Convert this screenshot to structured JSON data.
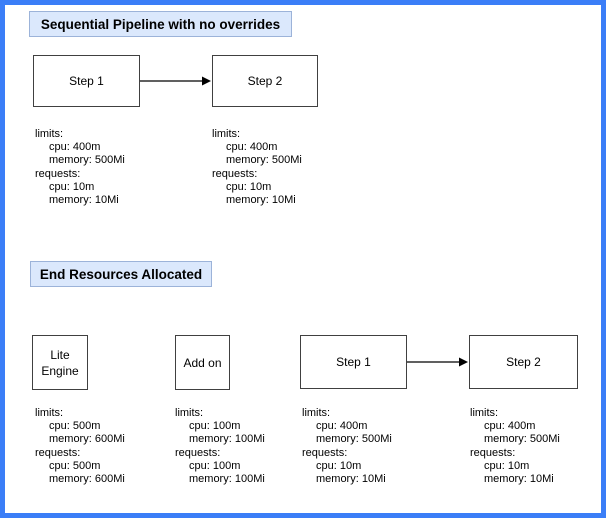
{
  "diagram": {
    "colors": {
      "frame_border": "#3b7ef7",
      "title_fill": "#dbe8fc",
      "title_border": "#9cb3d9",
      "node_border": "#404040",
      "text": "#000000"
    },
    "sections": [
      {
        "title": "Sequential Pipeline with no overrides",
        "nodes": [
          {
            "label": "Step 1"
          },
          {
            "label": "Step 2"
          }
        ],
        "resources": [
          {
            "lines": [
              "limits:",
              "cpu: 400m",
              "memory: 500Mi",
              "requests:",
              "cpu: 10m",
              "memory: 10Mi"
            ]
          },
          {
            "lines": [
              "limits:",
              "cpu: 400m",
              "memory: 500Mi",
              "requests:",
              "cpu: 10m",
              "memory: 10Mi"
            ]
          }
        ]
      },
      {
        "title": "End Resources Allocated",
        "nodes": [
          {
            "label": "Lite Engine"
          },
          {
            "label": "Add on"
          },
          {
            "label": "Step 1"
          },
          {
            "label": "Step 2"
          }
        ],
        "resources": [
          {
            "lines": [
              "limits:",
              "cpu: 500m",
              "memory: 600Mi",
              "requests:",
              "cpu: 500m",
              "memory: 600Mi"
            ]
          },
          {
            "lines": [
              "limits:",
              "cpu: 100m",
              "memory: 100Mi",
              "requests:",
              "cpu: 100m",
              "memory: 100Mi"
            ]
          },
          {
            "lines": [
              "limits:",
              "cpu: 400m",
              "memory: 500Mi",
              "requests:",
              "cpu: 10m",
              "memory: 10Mi"
            ]
          },
          {
            "lines": [
              "limits:",
              "cpu: 400m",
              "memory: 500Mi",
              "requests:",
              "cpu: 10m",
              "memory: 10Mi"
            ]
          }
        ]
      }
    ]
  }
}
